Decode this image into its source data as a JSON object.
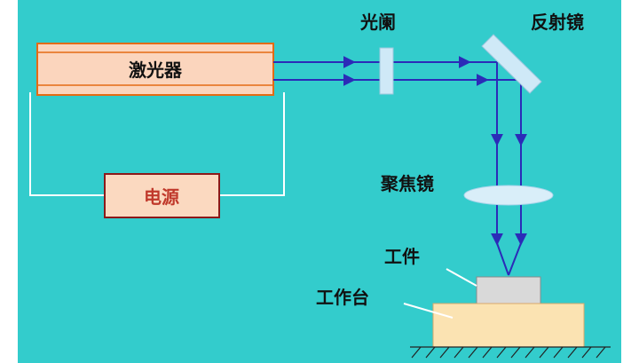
{
  "labels": {
    "laser": "激光器",
    "power_supply": "电源",
    "aperture": "光阑",
    "mirror": "反射镜",
    "focusing_lens": "聚焦镜",
    "workpiece": "工件",
    "worktable": "工作台"
  },
  "colors": {
    "background": "#33cccc",
    "laser_body": "#fbd5bd",
    "laser_border": "#e46b14",
    "power_supply_fill": "#fbd9c0",
    "power_supply_text": "#c0392b",
    "beam": "#2b2bb8",
    "aperture": "#cfe9f7",
    "mirror": "#cfe9f7",
    "lens": "#d9eef9",
    "workpiece": "#d9d9d9",
    "worktable": "#fbe3b2",
    "wire": "#ffffff"
  }
}
